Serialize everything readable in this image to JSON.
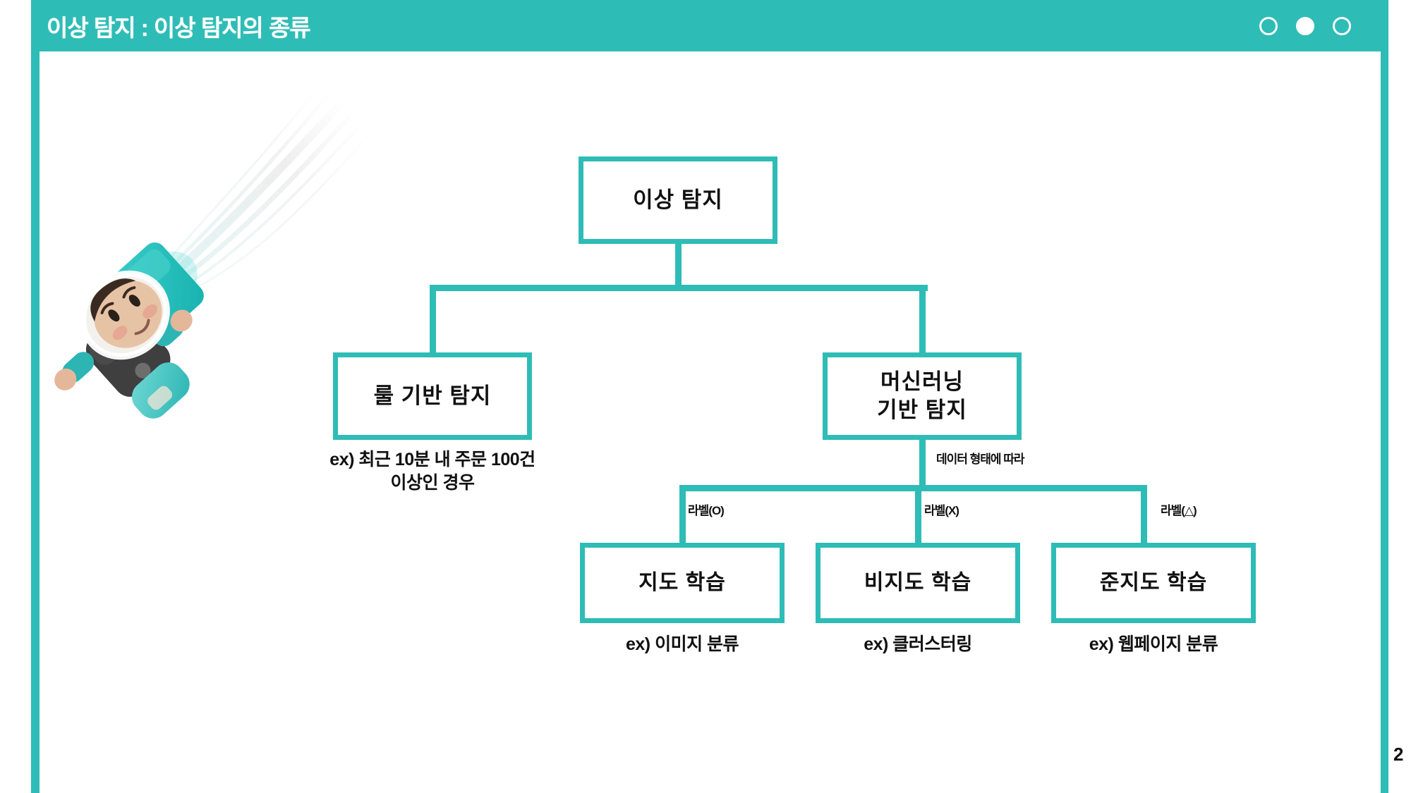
{
  "header": {
    "title": "이상 탐지 : 이상 탐지의 종류",
    "accent_color": "#2ebcb6",
    "text_color": "#ffffff",
    "dots": [
      {
        "name": "dot-1",
        "state": "hollow"
      },
      {
        "name": "dot-2",
        "state": "filled"
      },
      {
        "name": "dot-3",
        "state": "hollow"
      }
    ]
  },
  "footer": {
    "page_number": "2"
  },
  "decoration": {
    "mascot": "astronaut-jetpack-character",
    "mascot_suit_color": "#35c3c0",
    "mascot_pack_color": "#1fbcbc",
    "trail": "white-smoke-trail"
  },
  "diagram": {
    "type": "tree",
    "box_border_color": "#2ebcb6",
    "box_fill_color": "#ffffff",
    "label_text_color": "#111111",
    "nodes": [
      {
        "id": "root",
        "label": "이상 탐지"
      },
      {
        "id": "rule",
        "label": "룰 기반 탐지"
      },
      {
        "id": "ml",
        "label": "머신러닝\n기반 탐지"
      },
      {
        "id": "sup",
        "label": "지도 학습"
      },
      {
        "id": "unsup",
        "label": "비지도 학습"
      },
      {
        "id": "semi",
        "label": "준지도 학습"
      }
    ],
    "captions": [
      {
        "id": "rule",
        "text": "ex) 최근 10분 내 주문 100건\n이상인 경우"
      },
      {
        "id": "sup",
        "text": "ex) 이미지 분류"
      },
      {
        "id": "unsup",
        "text": "ex) 클러스터링"
      },
      {
        "id": "semi",
        "text": "ex) 웹페이지 분류"
      }
    ],
    "edge_labels": [
      {
        "id": "form",
        "text": "데이터 형태에 따라"
      },
      {
        "id": "o",
        "text": "라벨(O)"
      },
      {
        "id": "x",
        "text": "라벨(X)"
      },
      {
        "id": "tri",
        "text": "라벨(△)"
      }
    ]
  }
}
